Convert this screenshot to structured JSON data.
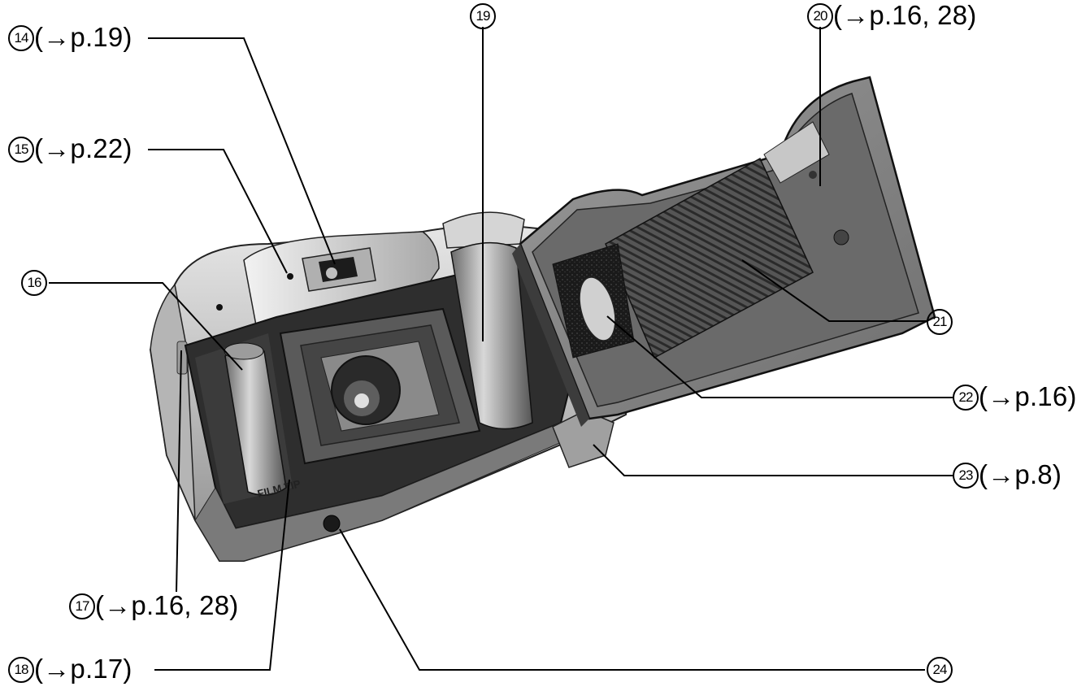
{
  "callouts": [
    {
      "id": "c14",
      "number": "14",
      "page_ref": "(→p.19)"
    },
    {
      "id": "c15",
      "number": "15",
      "page_ref": "(→p.22)"
    },
    {
      "id": "c16",
      "number": "16",
      "page_ref": ""
    },
    {
      "id": "c17",
      "number": "17",
      "page_ref": "(→p.16, 28)"
    },
    {
      "id": "c18",
      "number": "18",
      "page_ref": "(→p.17)"
    },
    {
      "id": "c19",
      "number": "19",
      "page_ref": ""
    },
    {
      "id": "c20",
      "number": "20",
      "page_ref": "(→p.16, 28)"
    },
    {
      "id": "c21",
      "number": "21",
      "page_ref": ""
    },
    {
      "id": "c22",
      "number": "22",
      "page_ref": "(→p.16)"
    },
    {
      "id": "c23",
      "number": "23",
      "page_ref": "(→p.8)"
    },
    {
      "id": "c24",
      "number": "24",
      "page_ref": ""
    }
  ],
  "film_tip_mark": "FILM TIP",
  "colors": {
    "line": "#000000",
    "body_light": "#c9c9c9",
    "body_mid": "#9a9a9a",
    "body_dark": "#3a3a3a",
    "interior": "#4a4a4a"
  }
}
